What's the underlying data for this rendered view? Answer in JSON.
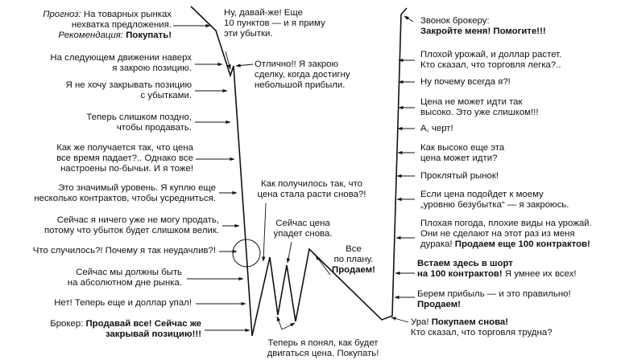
{
  "left": {
    "forecast_prefix": "Прогноз:",
    "forecast_rest": " На товарных рынках",
    "forecast_line2": "нехватка предложения.",
    "recommend_prefix": "Рекомендация:",
    "recommend_action": "Покупать!",
    "l1a": "На следующем движении наверх",
    "l1b": "я закрою позицию.",
    "l2a": "Я не хочу закрывать позицию",
    "l2b": "с убытками.",
    "l3a": "Теперь слишком поздно,",
    "l3b": "чтобы продавать.",
    "l4a": "Как же получается так, что цена",
    "l4b": "все время падает?.. Однако все",
    "l4c": "настроены по-бычьи. И я тоже!",
    "l5a": "Это значимый уровень. Я куплю еще",
    "l5b": "несколько контрактов, чтобы усредниться.",
    "l6a": "Сейчас я ничего уже не могу продать,",
    "l6b": "потому что убыток будет слишком велик.",
    "l7": "Что случилось?! Почему я так неудачлив?!",
    "l8a": "Сейчас мы должны быть",
    "l8b": "на абсолютном дне рынка.",
    "l9": "Нет! Теперь еще и доллар упал!",
    "broker_prefix": "Брокер:",
    "broker_b1": "Продавай все! Сейчас же",
    "broker_b2": "закрывай позицию!!!"
  },
  "middle": {
    "m1a": "Ну, давай-же! Еще",
    "m1b": "10 пунктов — и я приму",
    "m1c": "эти убытки.",
    "m2a": "Отлично!! Я закрою",
    "m2b": "сделку, когда достигну",
    "m2c": "небольшой прибыли.",
    "m3a": "Как получилось так, что",
    "m3b": "цена стала расти снова?!",
    "m4a": "Сейчас цена",
    "m4b": "упадет снова.",
    "m5a": "Все",
    "m5b": "по плану.",
    "m5c": "Продаем!",
    "m6a": "Теперь я понял, как будет",
    "m6b": "двигаться цена. Покупать!"
  },
  "right": {
    "r1a": "Звонок брокеру:",
    "r1b": "Закройте меня! Помогите!!!",
    "r2a": "Плохой урожай, и доллар растет.",
    "r2b": "Кто сказал, что торговля легка?..",
    "r3": "Ну почему всегда я?!",
    "r4a": "Цена не может идти так",
    "r4b": "высоко. Это уже слишком!!!",
    "r5": "А, черт!",
    "r6a": "Как высоко еще эта",
    "r6b": "цена может идти?",
    "r7": "Проклятый рынок!",
    "r8a": "Если цена подойдет к моему",
    "r8b": "„уровню безубытка“ — я закроюсь.",
    "r9a": "Плохая погода, плохие виды на урожай.",
    "r9b": "Они не сделают на этот раз из меня",
    "r9c_plain": "дурака! ",
    "r9c_bold": "Продаем еще 100 контрактов!",
    "r10a": "Встаем здесь в шорт",
    "r10b_bold": "на 100 контрактов!",
    "r10b_plain": " Я умнее их всех!",
    "r11a": "Берем прибыль — и это правильно!",
    "r11b": "Продаем!",
    "r12_plain": "Ура! ",
    "r12_bold": "Покупаем снова!",
    "r12b": "Кто сказал, что торговля трудна?"
  }
}
